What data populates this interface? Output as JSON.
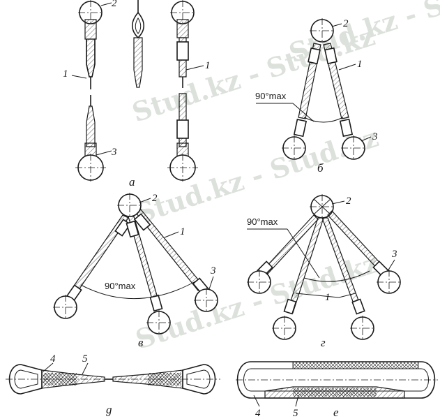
{
  "watermark": {
    "text": "Stud.kz - Stud.kz"
  },
  "callouts": {
    "n1": "1",
    "n2": "2",
    "n3": "3",
    "n4": "4",
    "n5": "5"
  },
  "angle_label": "90°max",
  "captions": {
    "a": "а",
    "b": "б",
    "v": "в",
    "g": "г",
    "d": "g",
    "e": "е"
  }
}
